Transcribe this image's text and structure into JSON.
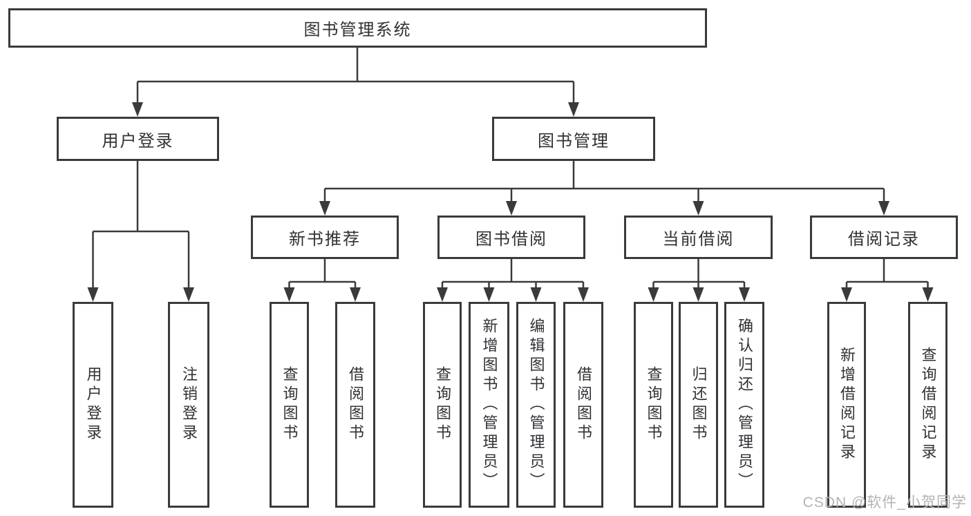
{
  "colors": {
    "line": "#3a3a3a",
    "node_border": "#3a3a3a",
    "node_text": "#313136",
    "watermark": "#b3b3b3",
    "background": "#ffffff"
  },
  "tree": {
    "label": "图书管理系统",
    "children": [
      {
        "label": "用户登录",
        "children": [
          {
            "label": "用户登录"
          },
          {
            "label": "注销登录"
          }
        ]
      },
      {
        "label": "图书管理",
        "children": [
          {
            "label": "新书推荐",
            "children": [
              {
                "label": "查询图书"
              },
              {
                "label": "借阅图书"
              }
            ]
          },
          {
            "label": "图书借阅",
            "children": [
              {
                "label": "查询图书"
              },
              {
                "label": "新增图书（管理员）"
              },
              {
                "label": "编辑图书（管理员）"
              },
              {
                "label": "借阅图书"
              }
            ]
          },
          {
            "label": "当前借阅",
            "children": [
              {
                "label": "查询图书"
              },
              {
                "label": "归还图书"
              },
              {
                "label": "确认归还（管理员）"
              }
            ]
          },
          {
            "label": "借阅记录",
            "children": [
              {
                "label": "新增借阅记录"
              },
              {
                "label": "查询借阅记录"
              }
            ]
          }
        ]
      }
    ]
  },
  "watermark": {
    "text": "CSDN @软件_小贺同学"
  }
}
